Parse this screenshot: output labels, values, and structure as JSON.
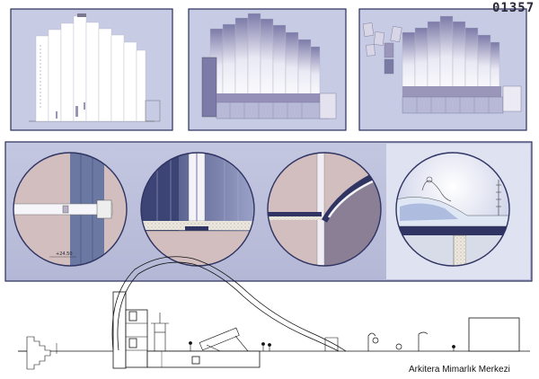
{
  "sheet": {
    "number": "01357"
  },
  "credit": {
    "text": "Arkitera Mimarlık Merkezi"
  },
  "details": {
    "elevation_label": "+24.50"
  },
  "palette": {
    "panel_fill": "#c7cbe4",
    "panel_stroke": "#2a2e5a",
    "strip_fill": "#c0c4de",
    "circle_wall": "#d2bebe",
    "circle_slab": "#5e6c96",
    "dark_navy": "#2f3462",
    "accent_purple": "#8c86b2",
    "line_black": "#111111"
  },
  "icons": {
    "tree": "tree-icon",
    "person": "person-icon",
    "flag_pole": "flag-pole-icon",
    "staircase": "staircase-icon"
  }
}
